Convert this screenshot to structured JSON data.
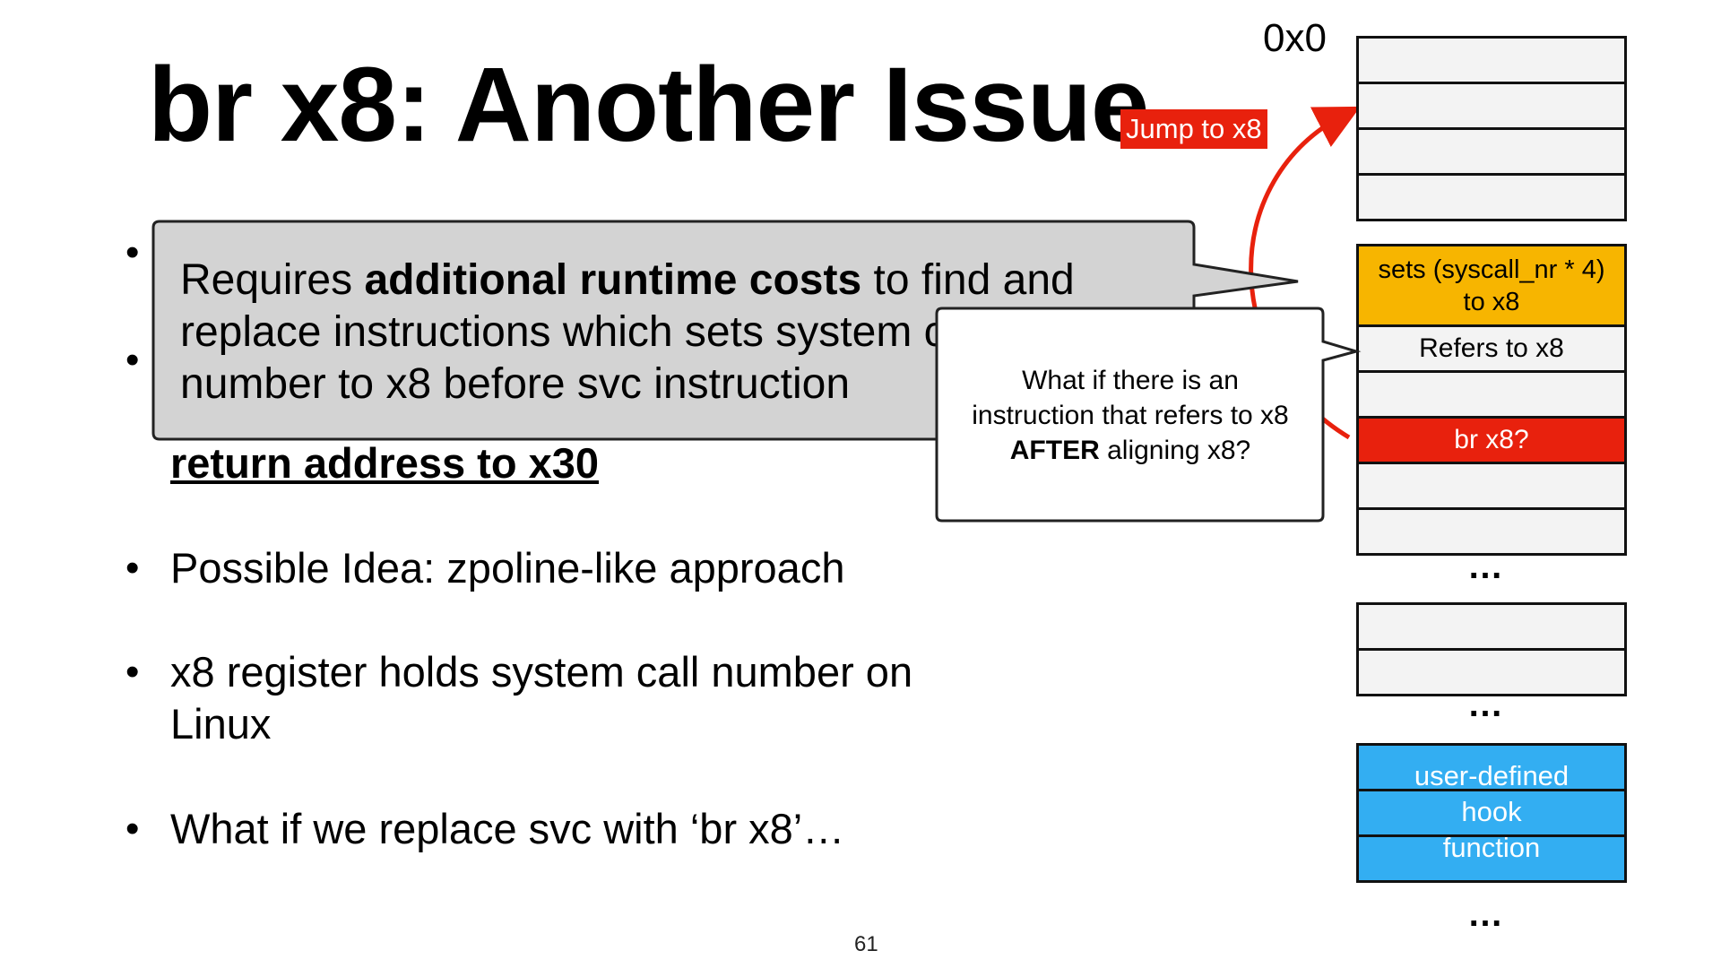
{
  "slide": {
    "title": "br x8: Another Issue",
    "page_number": "61"
  },
  "bullets": [
    {
      "line2": "return address to x30"
    },
    {
      "text": "Possible Idea: zpoline-like approach"
    },
    {
      "line1": "x8 register holds system call number on",
      "line2": "Linux"
    },
    {
      "text": "What if we replace svc with ‘br x8’…"
    }
  ],
  "callout_gray": {
    "prefix": "Requires ",
    "bold": "additional runtime costs",
    "suffix": " to find and",
    "line2": "replace instructions which sets system call",
    "line3": "number to x8 before svc instruction"
  },
  "callout_white": {
    "line1": "What if there is an",
    "line2": "instruction that refers to x8",
    "line3_bold": "AFTER",
    "line3_rest": " aligning x8?"
  },
  "memory": {
    "address_label": "0x0",
    "jump_label": "Jump to x8",
    "sets_line1": "sets (syscall_nr * 4)",
    "sets_line2": "to x8",
    "refers": "Refers to x8",
    "br": "br x8?",
    "hook_line1": "user-defined",
    "hook_line2": "hook",
    "hook_line3": "function",
    "ellipsis": "…"
  },
  "colors": {
    "red": "#e8210d",
    "orange": "#f7b500",
    "blue": "#33aef2",
    "gray_callout": "#d3d3d3"
  }
}
